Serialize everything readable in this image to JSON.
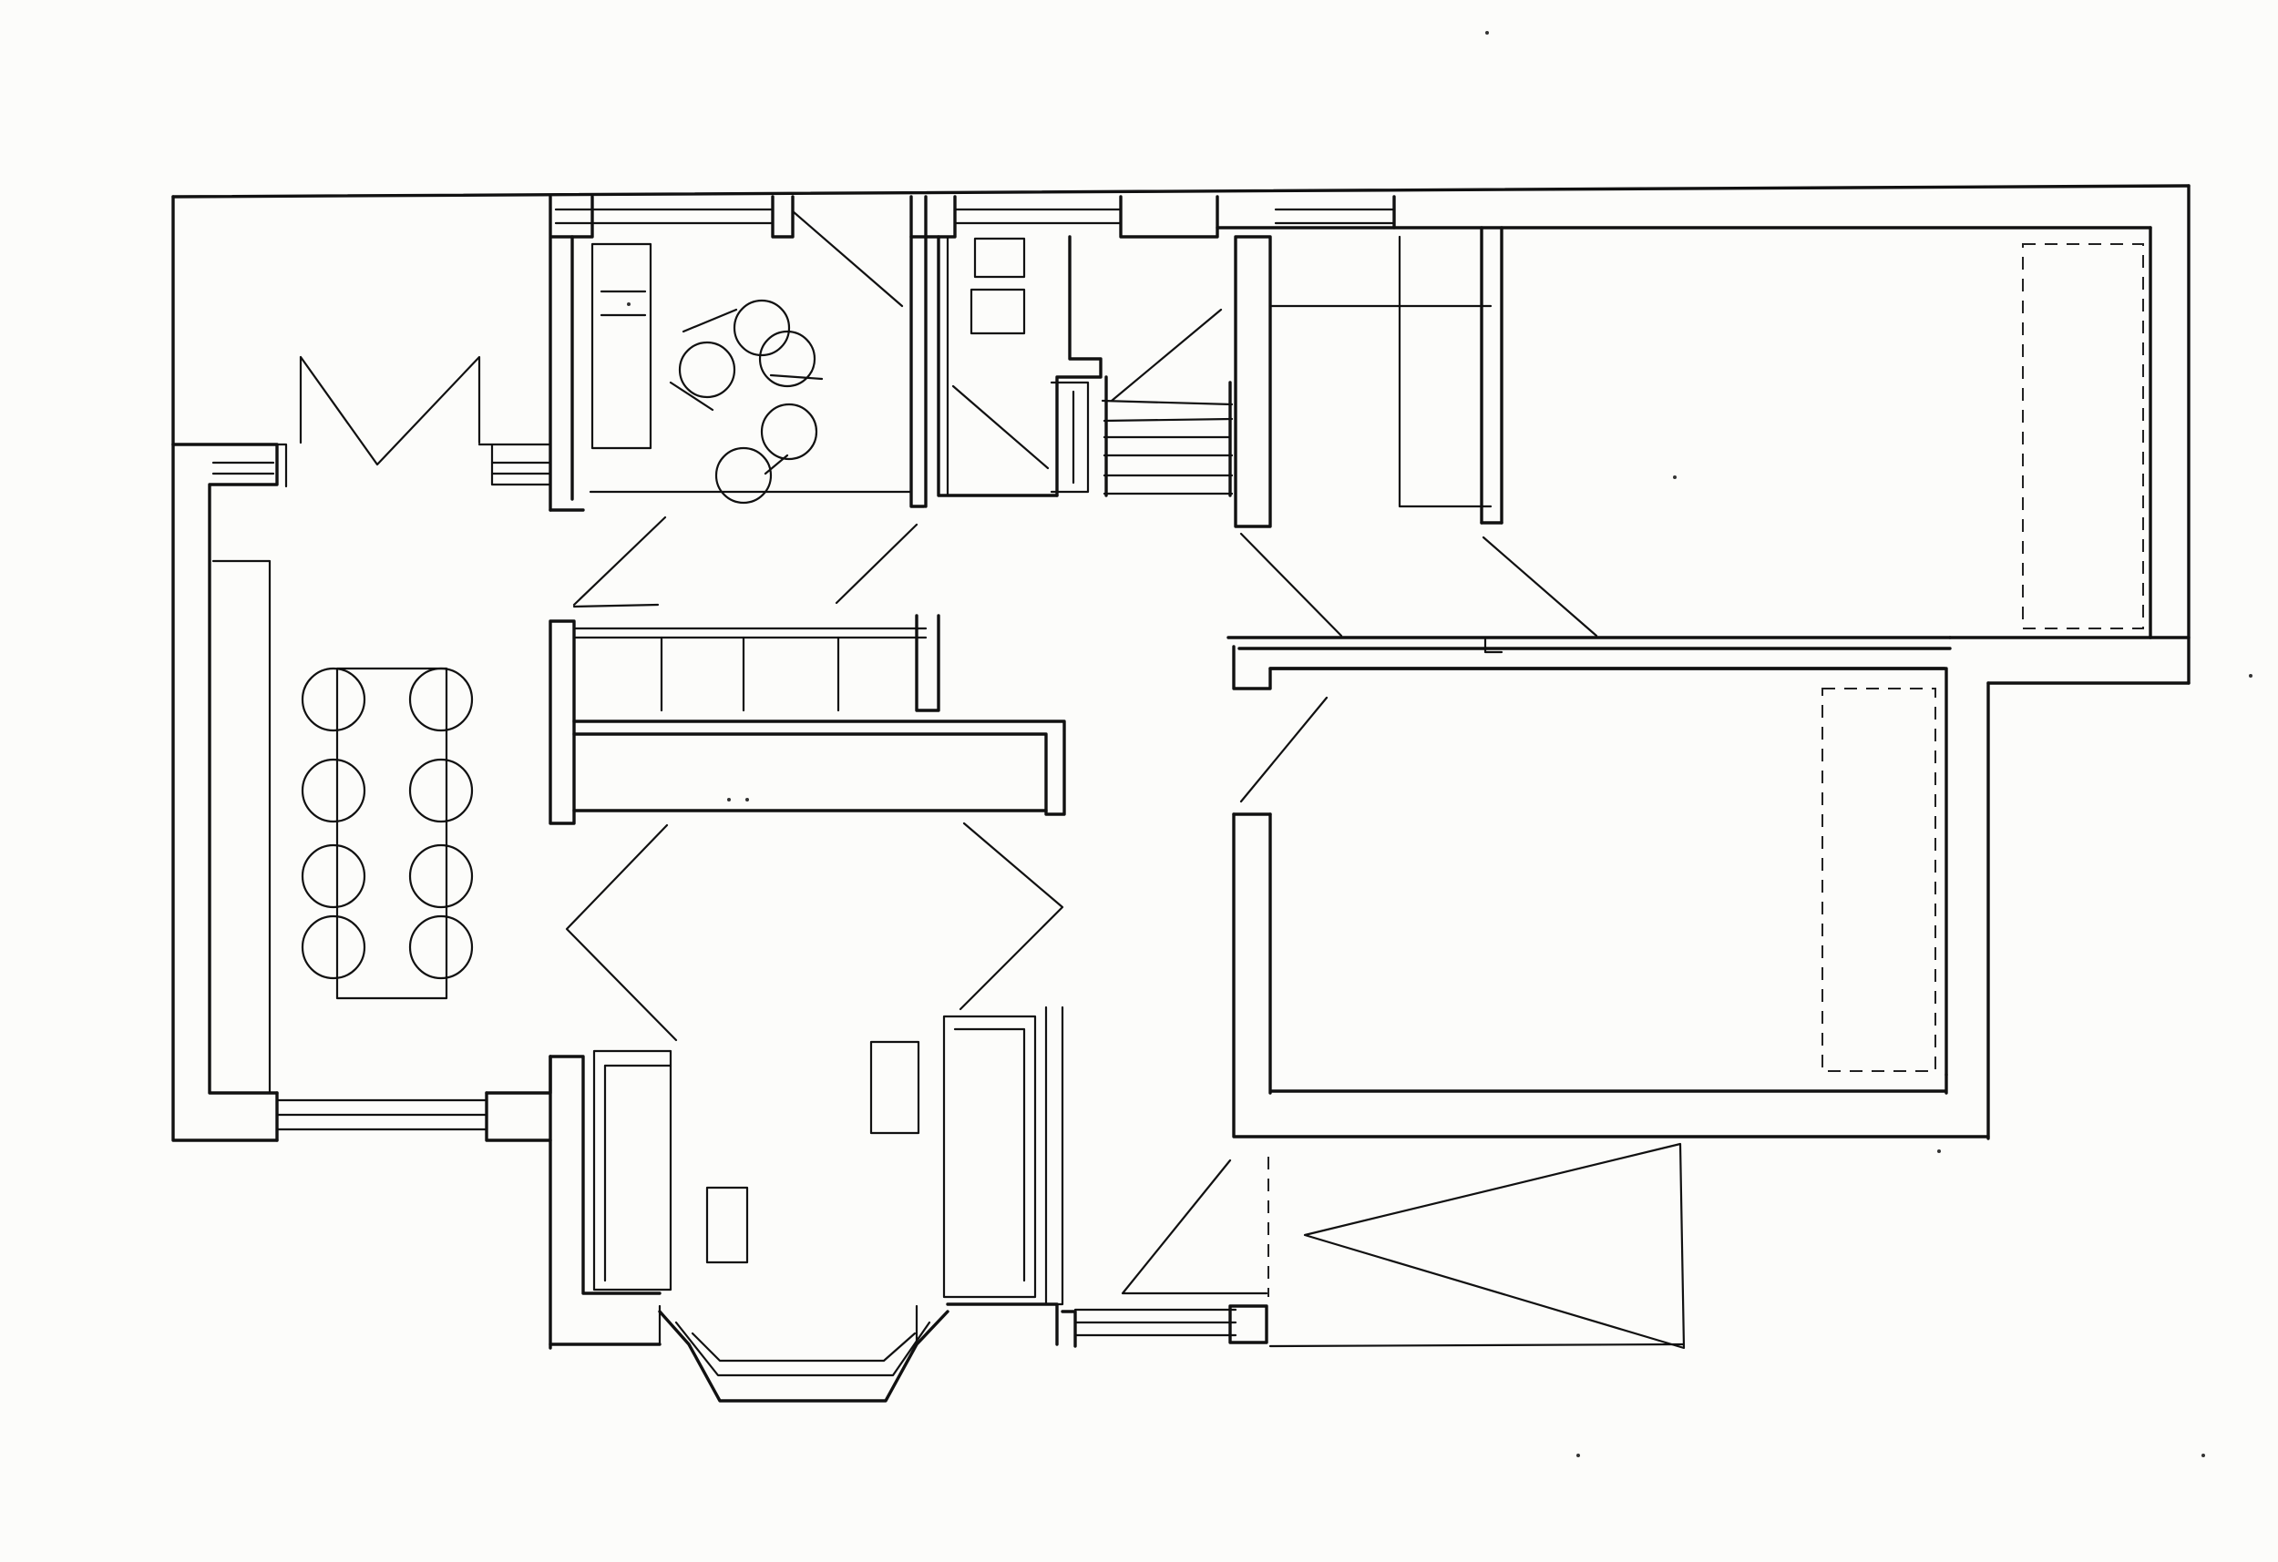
{
  "drawing": {
    "kind": "hand-drawn architectural floor plan sketch",
    "stroke_color": "#111111",
    "paper_color": "#fcfcfa"
  },
  "rooms": [
    {
      "id": "open-plan-dining",
      "furniture": [
        "dining-table",
        "chair",
        "chair",
        "chair",
        "chair",
        "chair",
        "chair",
        "chair",
        "chair",
        "side-bench"
      ]
    },
    {
      "id": "utility",
      "furniture": [
        "counter",
        "washing-machine-circles"
      ]
    },
    {
      "id": "wc",
      "furniture": [
        "toilet",
        "basin"
      ]
    },
    {
      "id": "stair-hall",
      "furniture": [
        "staircase"
      ]
    },
    {
      "id": "kitchen-corridor",
      "furniture": [
        "kitchen-island",
        "wall-units"
      ]
    },
    {
      "id": "living-room",
      "furniture": [
        "sofa",
        "sofa",
        "coffee-table",
        "side-table",
        "bay-window"
      ]
    },
    {
      "id": "bedroom-upper",
      "furniture": [
        "wardrobe",
        "built-in-unit"
      ]
    },
    {
      "id": "bedroom-lower",
      "furniture": [
        "built-in-unit"
      ]
    },
    {
      "id": "entrance-porch",
      "furniture": [
        "front-door",
        "garage-door-swing"
      ]
    }
  ]
}
